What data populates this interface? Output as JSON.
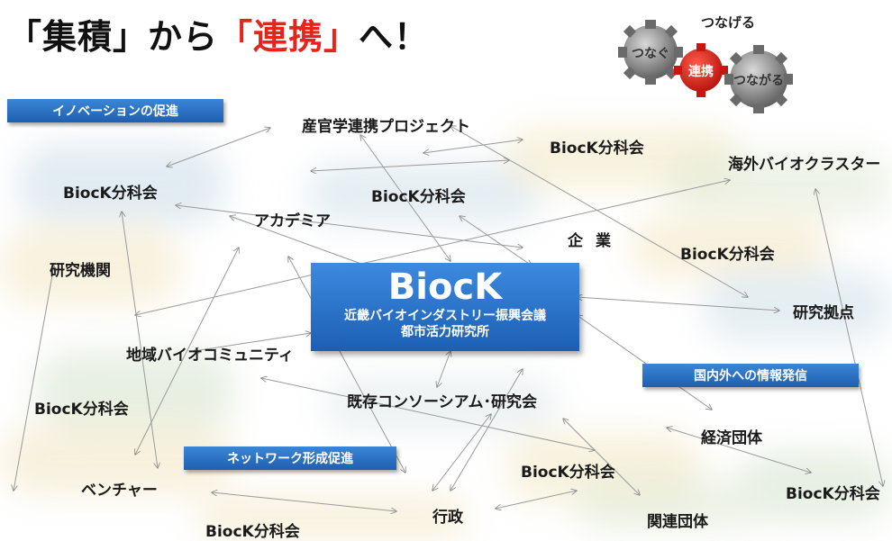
{
  "title": {
    "part1": "「集積」から",
    "part2": "「連携」",
    "part3": "へ！"
  },
  "gears": {
    "left": "つなぐ",
    "top": "つなげる",
    "center": "連携",
    "right": "つながる"
  },
  "tags": {
    "innovation": "イノベーションの促進",
    "network": "ネットワーク形成促進",
    "info": "国内外への情報発信"
  },
  "center": {
    "name": "BiocK",
    "line1": "近畿バイオインダストリー振興会議",
    "line2": "都市活力研究所"
  },
  "labels": {
    "sangaku": "産官学連携プロジェクト",
    "biock_top": "BiocK分科会",
    "overseas": "海外バイオクラスター",
    "biock_left": "BiocK分科会",
    "biock_mid": "BiocK分科会",
    "academia": "アカデミア",
    "kigyo": "企業",
    "biock_right": "BiocK分科会",
    "kenkyu_kikan": "研究機関",
    "kenkyu_kyoten": "研究拠点",
    "chiiki": "地域バイオコミュニティ",
    "biock_lower_left": "BiocK分科会",
    "kison": "既存コンソーシアム･研究会",
    "keizai": "経済団体",
    "biock_lower_mid": "BiocK分科会",
    "venture": "ベンチャー",
    "biock_far_right": "BiocK分科会",
    "gyosei": "行政",
    "kanren": "関連団体",
    "biock_bottom": "BiocK分科会"
  },
  "colors": {
    "accent_red": "#e8231c",
    "box_blue": "#1f6fc5"
  }
}
